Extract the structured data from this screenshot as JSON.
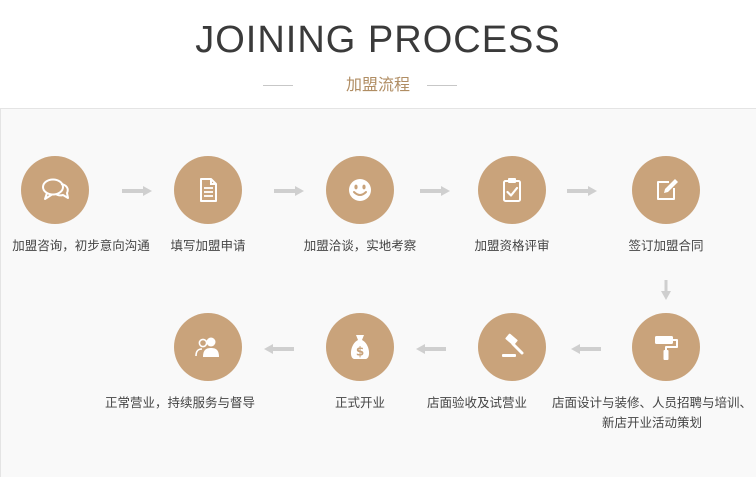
{
  "header": {
    "title": "JOINING PROCESS",
    "subtitle": "加盟流程"
  },
  "steps": [
    {
      "label": "加盟咨询，初步意向沟通",
      "icon": "chat-bubbles-icon"
    },
    {
      "label": "填写加盟申请",
      "icon": "document-icon"
    },
    {
      "label": "加盟洽谈，实地考察",
      "icon": "smiley-icon"
    },
    {
      "label": "加盟资格评审",
      "icon": "clipboard-check-icon"
    },
    {
      "label": "签订加盟合同",
      "icon": "edit-pen-icon"
    },
    {
      "label": "店面设计与装修、人员招聘与培训、新店开业活动策划",
      "icon": "paint-roller-icon"
    },
    {
      "label": "店面验收及试营业",
      "icon": "gavel-icon"
    },
    {
      "label": "正式开业",
      "icon": "money-bag-icon"
    },
    {
      "label": "正常营业，持续服务与督导",
      "icon": "people-icon"
    }
  ],
  "colors": {
    "circle": "#c9a37b",
    "subtitle": "#b08d63",
    "arrow": "#cfcfcf"
  }
}
